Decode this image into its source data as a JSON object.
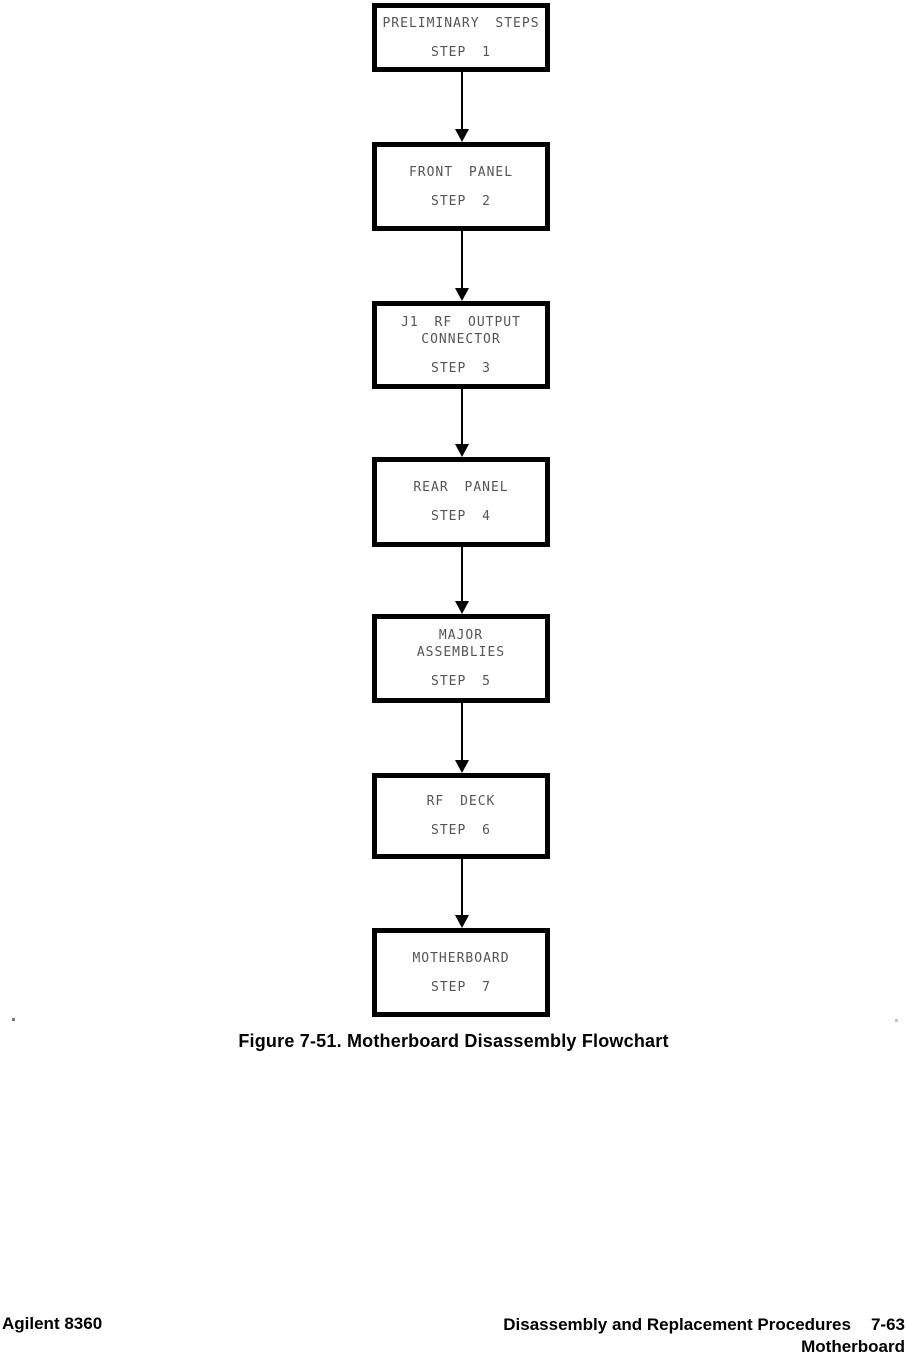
{
  "flowchart": {
    "steps": [
      {
        "title": "PRELIMINARY STEPS",
        "step": "STEP 1"
      },
      {
        "title": "FRONT PANEL",
        "step": "STEP 2"
      },
      {
        "title": "J1 RF OUTPUT",
        "title2": "CONNECTOR",
        "step": "STEP 3"
      },
      {
        "title": "REAR PANEL",
        "step": "STEP 4"
      },
      {
        "title": "MAJOR",
        "title2": "ASSEMBLIES",
        "step": "STEP 5"
      },
      {
        "title": "RF DECK",
        "step": "STEP 6"
      },
      {
        "title": "MOTHERBOARD",
        "step": "STEP 7"
      }
    ]
  },
  "caption": "Figure 7-51. Motherboard Disassembly Flowchart",
  "footer": {
    "left": "Agilent 8360",
    "right_line1": "Disassembly and Replacement Procedures",
    "page_number": "7-63",
    "right_line2": "Motherboard"
  }
}
